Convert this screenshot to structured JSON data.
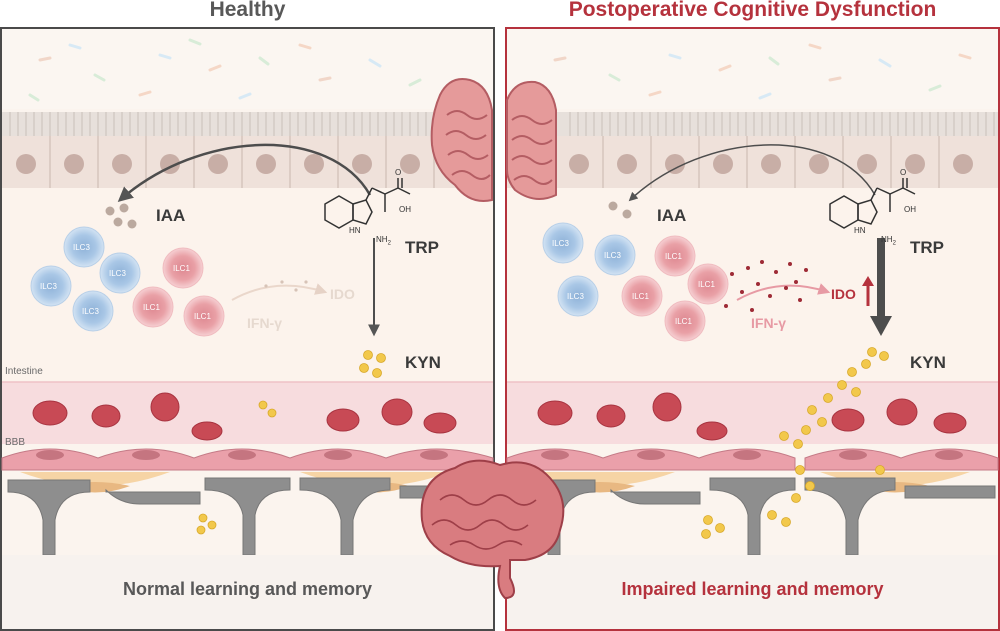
{
  "panels": {
    "healthy": {
      "title": "Healthy",
      "caption": "Normal learning and memory",
      "labels": {
        "iaa": "IAA",
        "trp": "TRP",
        "kyn": "KYN",
        "ido": "IDO",
        "ifn": "IFN-γ",
        "intestine": "Intestine",
        "bbb": "BBB",
        "ilc3": "ILC3",
        "ilc1": "ILC1",
        "nh2": "NH",
        "nh2_sub": "2",
        "oh": "OH",
        "o": "O",
        "hn": "HN"
      }
    },
    "pocd": {
      "title": "Postoperative Cognitive Dysfunction",
      "caption": "Impaired learning and memory",
      "labels": {
        "iaa": "IAA",
        "trp": "TRP",
        "kyn": "KYN",
        "ido": "IDO",
        "ifn": "IFN-γ",
        "ilc3": "ILC3",
        "ilc1": "ILC1",
        "nh2": "NH",
        "nh2_sub": "2",
        "oh": "OH",
        "o": "O",
        "hn": "HN"
      }
    }
  },
  "colors": {
    "healthy_accent": "#585858",
    "pocd_accent": "#b5323d",
    "ilc3": "#a9c7e6",
    "ilc1": "#e9a0a6",
    "kyn_dot": "#f2c84b",
    "rbc": "#c84a55"
  }
}
